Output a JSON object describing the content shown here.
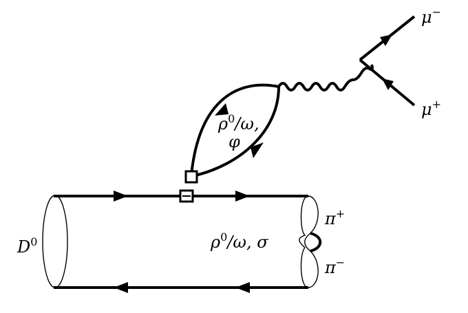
{
  "diagram": {
    "labels": {
      "mu_minus": {
        "base": "μ",
        "sup": "−"
      },
      "mu_plus": {
        "base": "μ",
        "sup": "+"
      },
      "loop_mesons": {
        "rho": "ρ",
        "rho_sup": "0",
        "rest": "/ω,",
        "phi": "φ"
      },
      "d_meson": {
        "base": "D",
        "sup": "0"
      },
      "pi_plus": {
        "base": "π",
        "sup": "+"
      },
      "pi_minus": {
        "base": "π",
        "sup": "−"
      },
      "resonances": {
        "rho": "ρ",
        "rho_sup": "0",
        "rest": "/ω, σ"
      }
    },
    "colors": {
      "line": "#000000",
      "background": "#ffffff"
    }
  }
}
